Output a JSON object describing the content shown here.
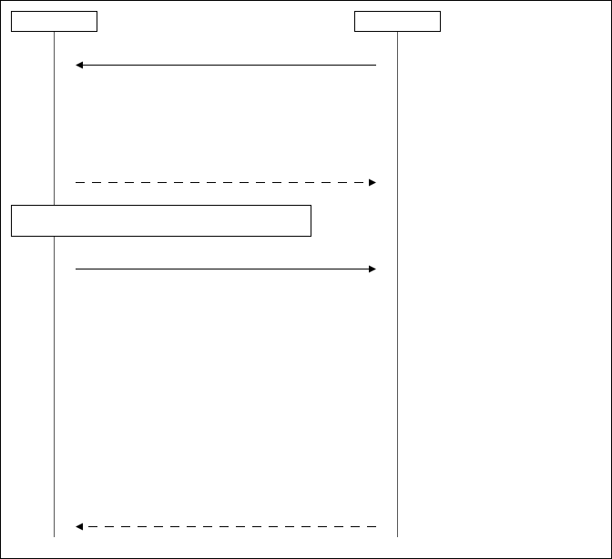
{
  "diagram": {
    "type": "sequence",
    "participants": [
      {
        "id": "left",
        "label": ""
      },
      {
        "id": "right",
        "label": ""
      }
    ],
    "note": {
      "label": ""
    },
    "messages": [
      {
        "from": "right",
        "to": "left",
        "style": "solid",
        "label": ""
      },
      {
        "from": "left",
        "to": "right",
        "style": "dashed",
        "label": ""
      },
      {
        "from": "left",
        "to": "right",
        "style": "solid",
        "label": ""
      },
      {
        "from": "right",
        "to": "left",
        "style": "dashed",
        "label": ""
      }
    ],
    "colors": {
      "line": "#000000",
      "lifeline": "#555555",
      "border": "#000000"
    }
  }
}
